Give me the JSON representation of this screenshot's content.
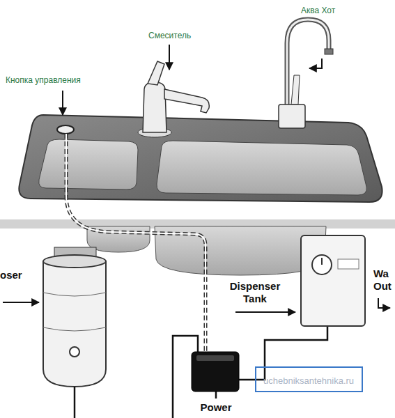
{
  "diagram": {
    "nodes": [
      {
        "text": [
          "uchebniksantehnika.ru"
        ]
      }
    ],
    "labels": [
      "Кнопка управления",
      "Смеситель",
      "Аква Хот",
      "oser",
      "Dispenser Tank",
      "Wa Out",
      "Power"
    ]
  }
}
